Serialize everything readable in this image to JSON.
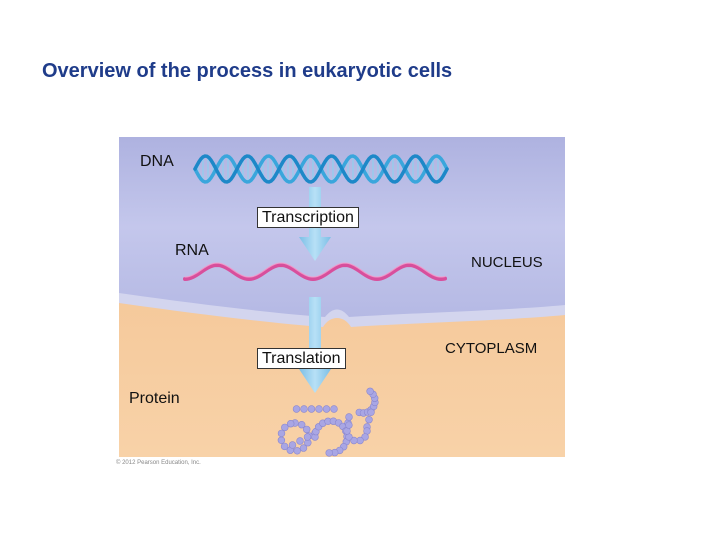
{
  "title": "Overview of the process in eukaryotic cells",
  "figure": {
    "labels": {
      "dna": "DNA",
      "transcription": "Transcription",
      "rna": "RNA",
      "nucleus": "NUCLEUS",
      "cytoplasm": "CYTOPLASM",
      "translation": "Translation",
      "protein": "Protein"
    },
    "copyright": "© 2012 Pearson Education, Inc."
  },
  "colors": {
    "nucleus": "#b9bde6",
    "cytoplasm": "#f6c89a",
    "membrane": "#cfd2ea",
    "arrow": "#8fc8ea",
    "dna": "#3aa6dc",
    "mrna": "#d84f9c",
    "protein": "#a9a6e4",
    "title": "#1f3c8a"
  }
}
